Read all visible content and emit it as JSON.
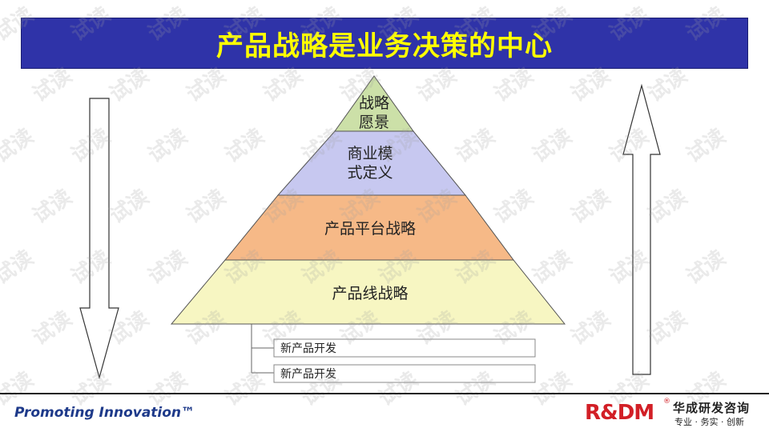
{
  "title": "产品战略是业务决策的中心",
  "pyramid": {
    "layers": [
      {
        "lines": [
          "战略",
          "愿景"
        ],
        "color": "#cce0a8"
      },
      {
        "lines": [
          "商业模",
          "式定义"
        ],
        "color": "#c7c8f0"
      },
      {
        "lines": [
          "产品平台战略"
        ],
        "color": "#f6b987"
      },
      {
        "lines": [
          "产品线战略"
        ],
        "color": "#f7f6c2"
      }
    ],
    "sub_items": [
      "新产品开发",
      "新产品开发"
    ]
  },
  "footer": {
    "slogan": "Promoting Innovation™",
    "logo_mark": "R&DM",
    "logo_reg": "®",
    "logo_name": "华成研发咨询",
    "logo_tagline": "专业 · 务实 · 创新"
  },
  "watermark": "试读"
}
